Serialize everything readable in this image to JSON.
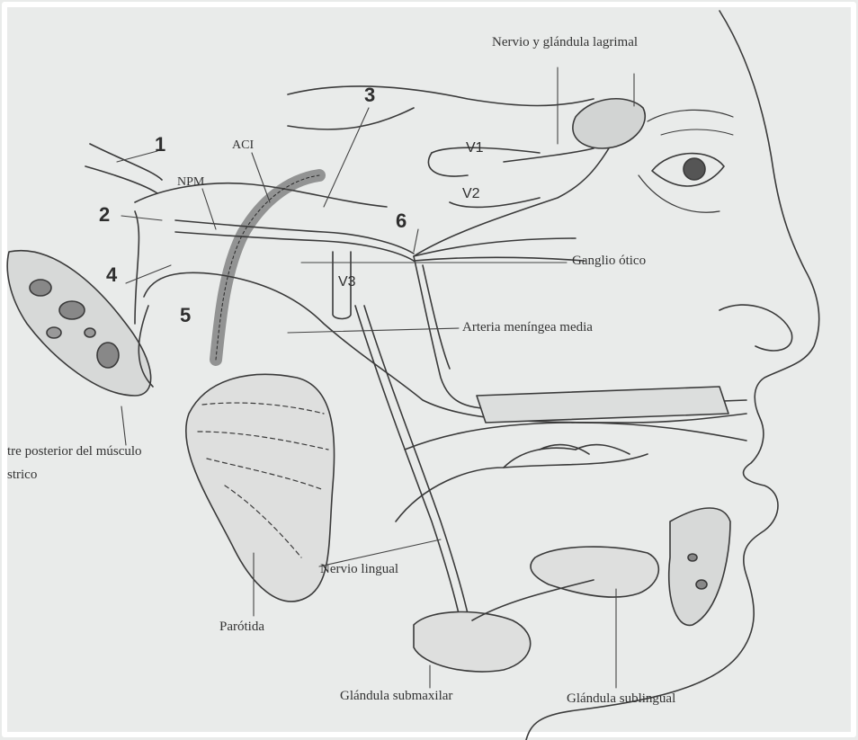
{
  "numbers": {
    "n1": "1",
    "n2": "2",
    "n3": "3",
    "n4": "4",
    "n5": "5",
    "n6": "6"
  },
  "nerve_branches": {
    "v1": "V1",
    "v2": "V2",
    "v3": "V3"
  },
  "labels": {
    "lacrimal": "Nervio y glándula lagrimal",
    "aci": "ACI",
    "npm": "NPM",
    "otic_ganglion": "Ganglio ótico",
    "middle_meningeal": "Arteria meníngea media",
    "digastric_line1": "tre posterior del músculo",
    "digastric_line2": "strico",
    "lingual_nerve": "Nervio lingual",
    "parotid": "Parótida",
    "submaxillary": "Glándula submaxilar",
    "sublingual": "Glándula sublingual"
  }
}
